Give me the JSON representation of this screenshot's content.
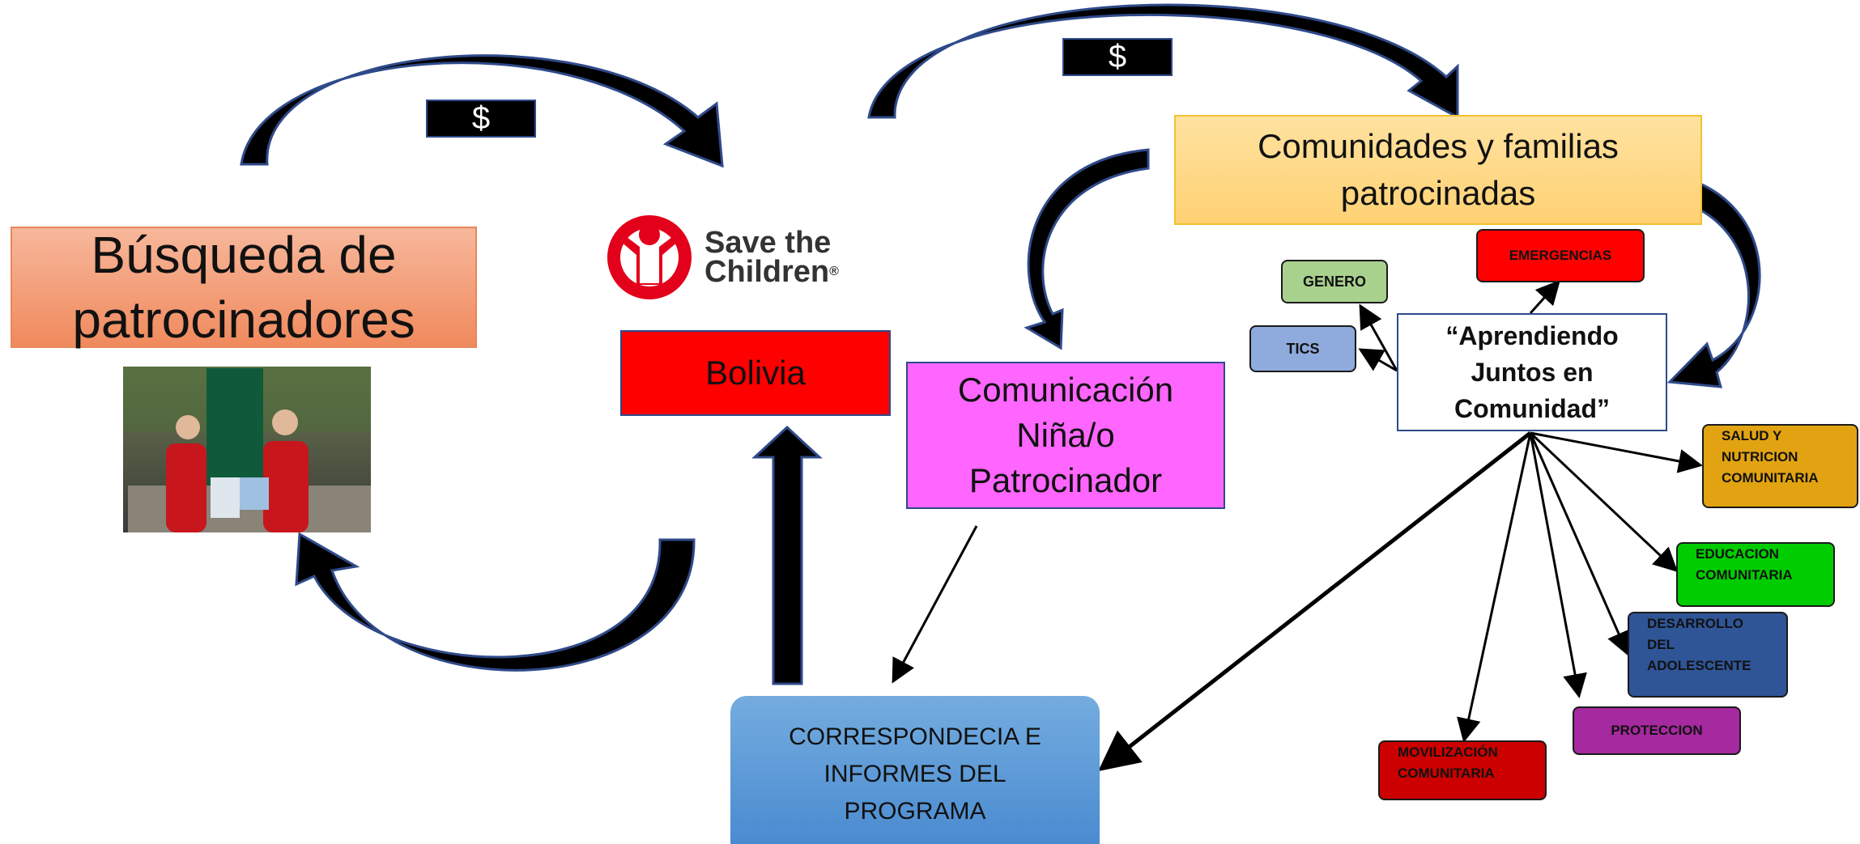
{
  "money": {
    "symbol_1": "$",
    "symbol_2": "$"
  },
  "sponsor_search": {
    "line1": "Búsqueda de",
    "line2": "patrocinadores"
  },
  "logo": {
    "text_line1": "Save the",
    "text_line2": "Children",
    "registered": "®",
    "color": "#e2001a"
  },
  "bolivia": {
    "label": "Bolivia"
  },
  "communication": {
    "line1": "Comunicación",
    "line2": "Niña/o",
    "line3": "Patrocinador"
  },
  "communities": {
    "line1": "Comunidades y familias",
    "line2": "patrocinadas"
  },
  "correspondence": {
    "line1": "CORRESPONDECIA  E",
    "line2": "INFORMES DEL",
    "line3": "PROGRAMA"
  },
  "program": {
    "line1": "“Aprendiendo",
    "line2": "Juntos en",
    "line3": "Comunidad”"
  },
  "themes": {
    "genero": "GENERO",
    "tics": "TICS",
    "emergencias": "EMERGENCIAS",
    "salud": [
      "SALUD Y",
      "NUTRICION",
      "COMUNITARIA"
    ],
    "educacion": [
      "EDUCACION",
      "COMUNITARIA"
    ],
    "desarrollo": [
      "DESARROLLO",
      "DEL",
      "ADOLESCENTE"
    ],
    "proteccion": "PROTECCION",
    "movilizacion": [
      "MOVILIZACIÓN",
      "COMUNITARIA"
    ]
  },
  "colors": {
    "sponsor_box": "#f4a582",
    "bolivia": "#ff0000",
    "communication": "#ff66ff",
    "communities": "#ffd985",
    "correspondence": "#5b9bd5",
    "genero": "#a9d18e",
    "tics": "#8faadc",
    "emergencias": "#ff0000",
    "salud": "#e2a312",
    "educacion": "#00cc00",
    "desarrollo": "#2f5597",
    "proteccion": "#a5299f",
    "movilizacion": "#cc0000"
  }
}
